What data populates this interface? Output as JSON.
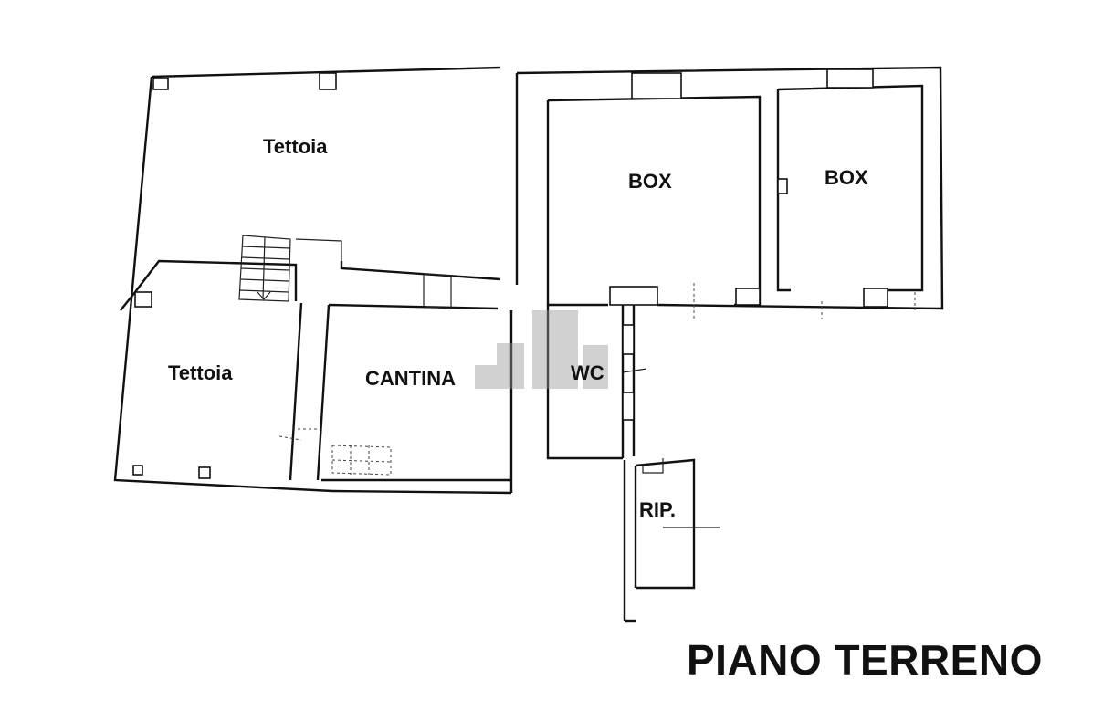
{
  "plan": {
    "rooms": [
      {
        "id": "tettoia-top",
        "label": "Tettoia"
      },
      {
        "id": "tettoia-left",
        "label": "Tettoia"
      },
      {
        "id": "cantina",
        "label": "CANTINA"
      },
      {
        "id": "box-1",
        "label": "BOX"
      },
      {
        "id": "box-2",
        "label": "BOX"
      },
      {
        "id": "wc",
        "label": "WC"
      },
      {
        "id": "rip",
        "label": "RIP."
      }
    ],
    "floor_title": "PIANO TERRENO"
  },
  "colors": {
    "walls": "#111111",
    "background": "#ffffff",
    "watermark": "#9a9a9a"
  }
}
